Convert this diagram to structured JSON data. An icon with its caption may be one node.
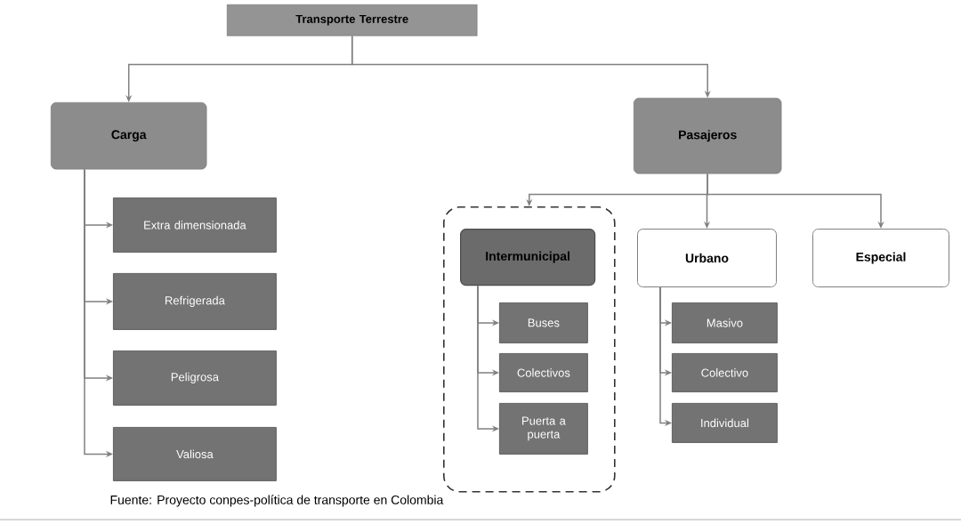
{
  "diagram": {
    "caption": "Fuente: Proyecto conpes-política de transporte en Colombia",
    "nodes": [
      {
        "text": [
          "Transporte Terrestre"
        ]
      },
      {
        "text": [
          "Carga"
        ]
      },
      {
        "text": [
          "Pasajeros"
        ]
      },
      {
        "text": [
          "Extra dimensionada"
        ]
      },
      {
        "text": [
          "Refrigerada"
        ]
      },
      {
        "text": [
          "Peligrosa"
        ]
      },
      {
        "text": [
          "Valiosa"
        ]
      },
      {
        "text": [],
        "shape": "box"
      },
      {
        "text": [
          "Intermunicipal"
        ],
        "in": 7
      },
      {
        "text": [
          "Urbano"
        ]
      },
      {
        "text": [
          "Especial"
        ]
      },
      {
        "text": [
          "Buses"
        ],
        "in": 7
      },
      {
        "text": [
          "Colectivos"
        ],
        "in": 7
      },
      {
        "text": [
          "Puerta a puerta"
        ],
        "in": 7
      },
      {
        "text": [
          "Masivo"
        ]
      },
      {
        "text": [
          "Colectivo"
        ]
      },
      {
        "text": [
          "Individual"
        ]
      }
    ],
    "edges": [
      {
        "from": 0,
        "to": 1,
        "arrow": "to"
      },
      {
        "from": 0,
        "to": 2,
        "arrow": "to"
      },
      {
        "from": 1,
        "to": 3,
        "arrow": "to"
      },
      {
        "from": 1,
        "to": 4,
        "arrow": "to"
      },
      {
        "from": 1,
        "to": 5,
        "arrow": "to"
      },
      {
        "from": 1,
        "to": 6,
        "arrow": "to"
      },
      {
        "from": 2,
        "to": 7,
        "arrow": "to"
      },
      {
        "from": 2,
        "to": 9,
        "arrow": "to"
      },
      {
        "from": 2,
        "to": 10,
        "arrow": "to"
      },
      {
        "from": 8,
        "to": 11,
        "arrow": "to"
      },
      {
        "from": 8,
        "to": 12,
        "arrow": "to"
      },
      {
        "from": 8,
        "to": 13,
        "arrow": "to"
      },
      {
        "from": 9,
        "to": 14,
        "arrow": "to"
      },
      {
        "from": 9,
        "to": 15,
        "arrow": "to"
      },
      {
        "from": 9,
        "to": 16,
        "arrow": "to"
      }
    ]
  }
}
